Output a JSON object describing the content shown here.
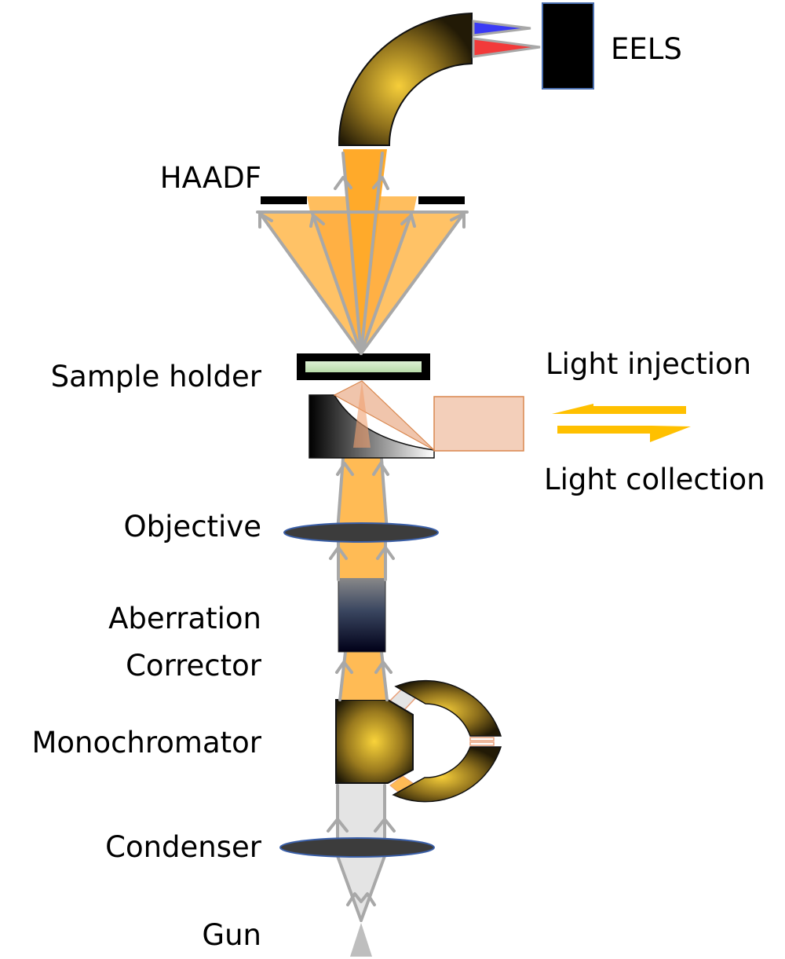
{
  "diagram": {
    "title": "STEM column with EELS, HAADF and light injection/collection",
    "labels": {
      "eels": "EELS",
      "haadf": "HAADF",
      "sample_holder": "Sample holder",
      "light_injection": "Light injection",
      "light_collection": "Light collection",
      "objective": "Objective",
      "aberration_line1": "Aberration",
      "aberration_line2": "Corrector",
      "monochromator": "Monochromator",
      "condenser": "Condenser",
      "gun": "Gun"
    },
    "colors": {
      "beam_orange": "#FFBB55",
      "beam_core": "#FFAA2A",
      "beam_gray": "#E4E4E4",
      "ray_gray": "#A8A8A8",
      "lens_dark": "#3C3C3C",
      "lens_edge": "#3A5FA8",
      "magnet_gold": "#F2C635",
      "magnet_dark": "#2B2208",
      "eels_detector": "#000000",
      "eels_border": "#4A6FB0",
      "spectrum_blue": "#3A3AF5",
      "spectrum_red": "#F23A3A",
      "sample_green": "#C9E5BE",
      "light_beam": "#E9A882",
      "arrow_yellow": "#FFC000"
    }
  }
}
